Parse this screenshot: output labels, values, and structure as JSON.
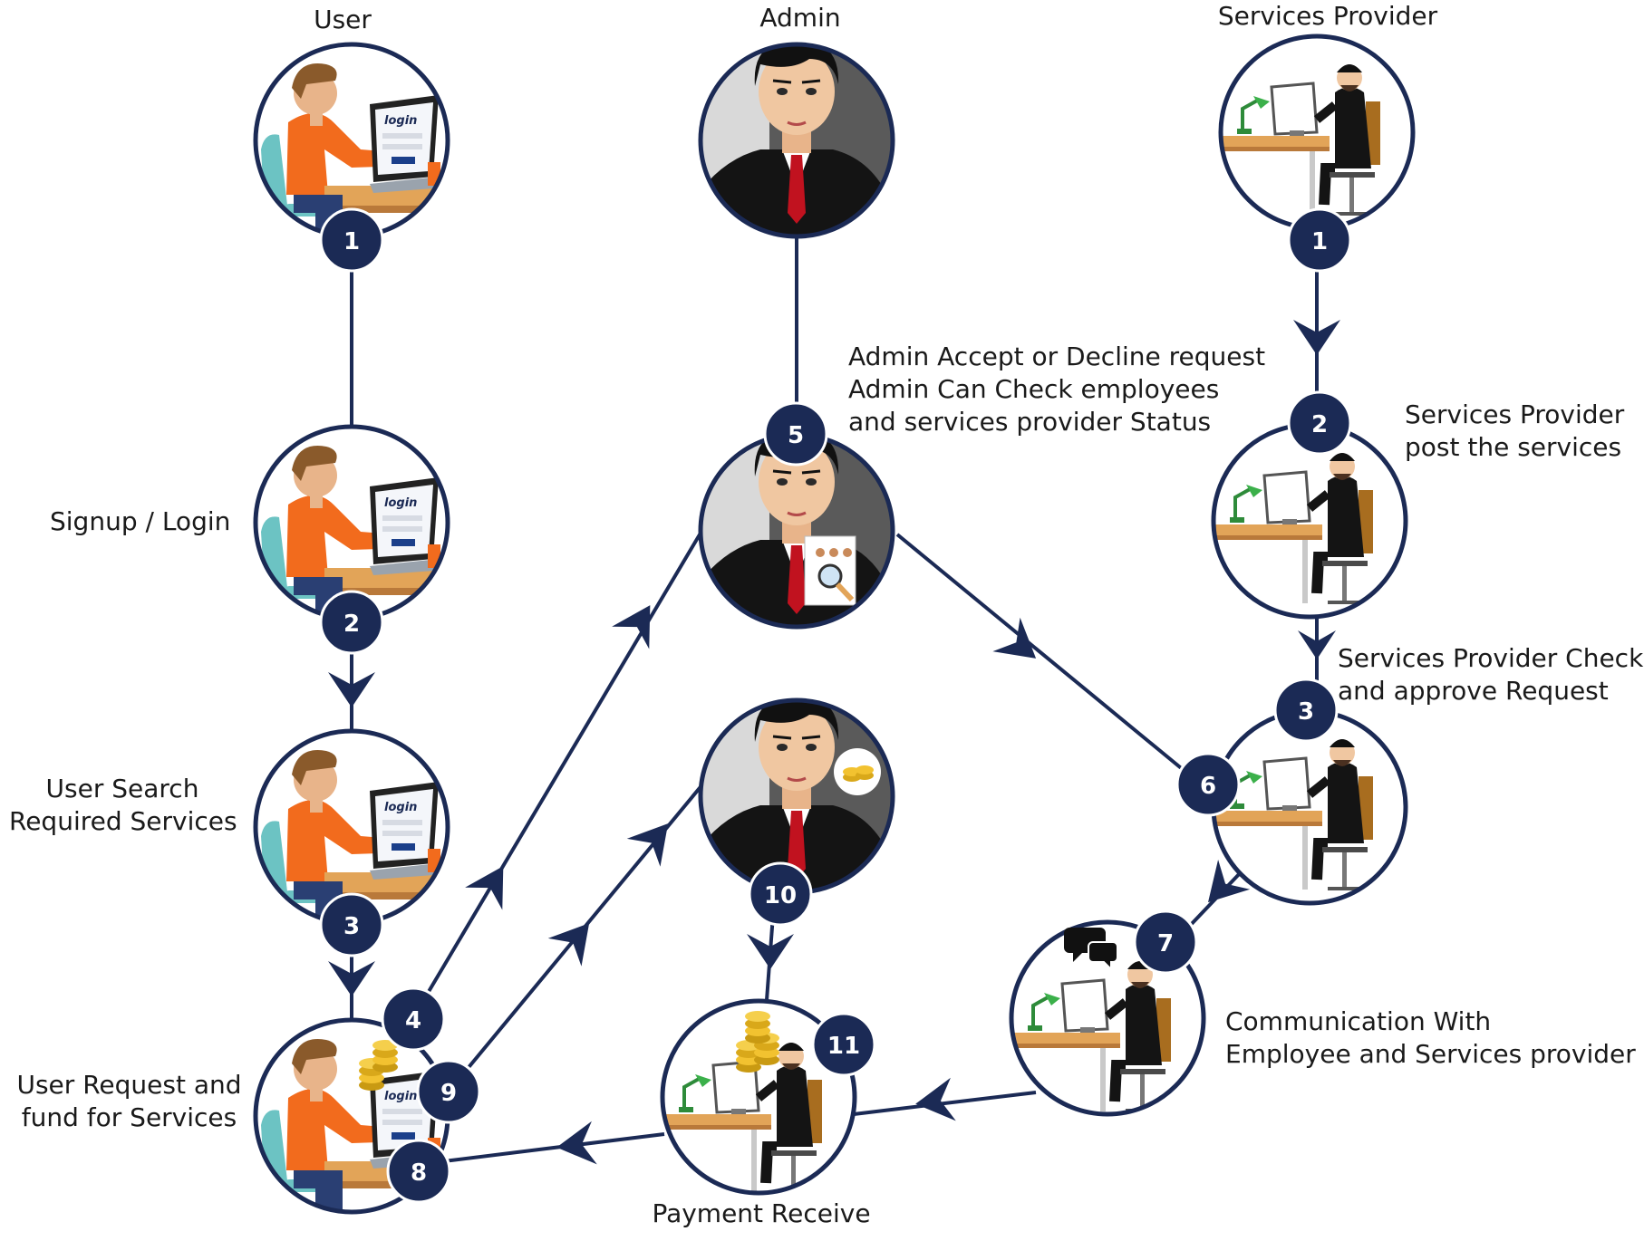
{
  "colors": {
    "navy": "#1b2a55",
    "orange": "#f26b1d",
    "skin": "#e8b48a",
    "desk": "#e2a458",
    "chair": "#6cc3c3",
    "suit": "#141414",
    "tie": "#c1121f",
    "gray_bg": "#5a5a5a",
    "gold": "#f2c230"
  },
  "columns": {
    "user": "User",
    "admin": "Admin",
    "provider": "Services Provider"
  },
  "steps": {
    "user_signup": "Signup / Login",
    "user_search": [
      "User Search",
      "Required Services"
    ],
    "user_request": [
      "User Request and",
      "fund for Services"
    ],
    "admin_accept": [
      "Admin Accept or Decline request",
      "Admin Can Check employees",
      "and services provider Status"
    ],
    "provider_post": [
      "Services Provider",
      "post the services"
    ],
    "provider_check": [
      "Services Provider Check",
      "and approve Request"
    ],
    "communication": [
      "Communication With",
      "Employee and Services provider"
    ],
    "payment": "Payment Receive"
  },
  "badges": {
    "u1": "1",
    "u2": "2",
    "u3": "3",
    "u4": "4",
    "u8": "8",
    "u9": "9",
    "a5": "5",
    "a10": "10",
    "a11": "11",
    "p1": "1",
    "p2": "2",
    "p3": "3",
    "p6": "6",
    "p7": "7"
  },
  "icons": {
    "user": "user-at-laptop-icon",
    "admin": "admin-businessman-icon",
    "provider": "provider-at-desk-icon",
    "coins": "gold-coins-icon",
    "chat": "chat-bubbles-icon"
  }
}
